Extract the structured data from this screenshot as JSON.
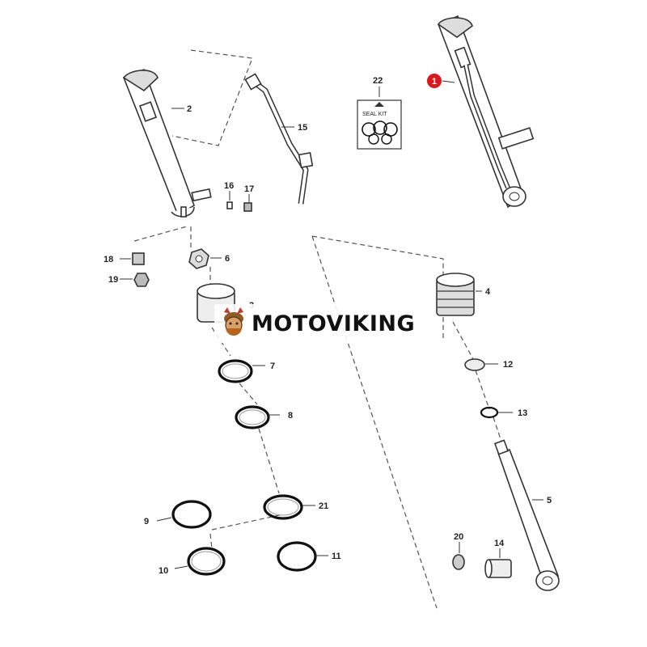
{
  "watermark": {
    "text": "MOTOVIKING",
    "logo_icon": "viking-logo-icon"
  },
  "seal_kit": {
    "label": "SEAL KIT"
  },
  "colors": {
    "highlight": "#d7191f",
    "lines": "#333333"
  },
  "callouts": {
    "c1": "1",
    "c2": "2",
    "c3": "3",
    "c4": "4",
    "c5": "5",
    "c6": "6",
    "c7": "7",
    "c8": "8",
    "c9": "9",
    "c10": "10",
    "c11": "11",
    "c12": "12",
    "c13": "13",
    "c14": "14",
    "c15": "15",
    "c16": "16",
    "c17": "17",
    "c18": "18",
    "c19": "19",
    "c20": "20",
    "c21": "21",
    "c22": "22"
  }
}
